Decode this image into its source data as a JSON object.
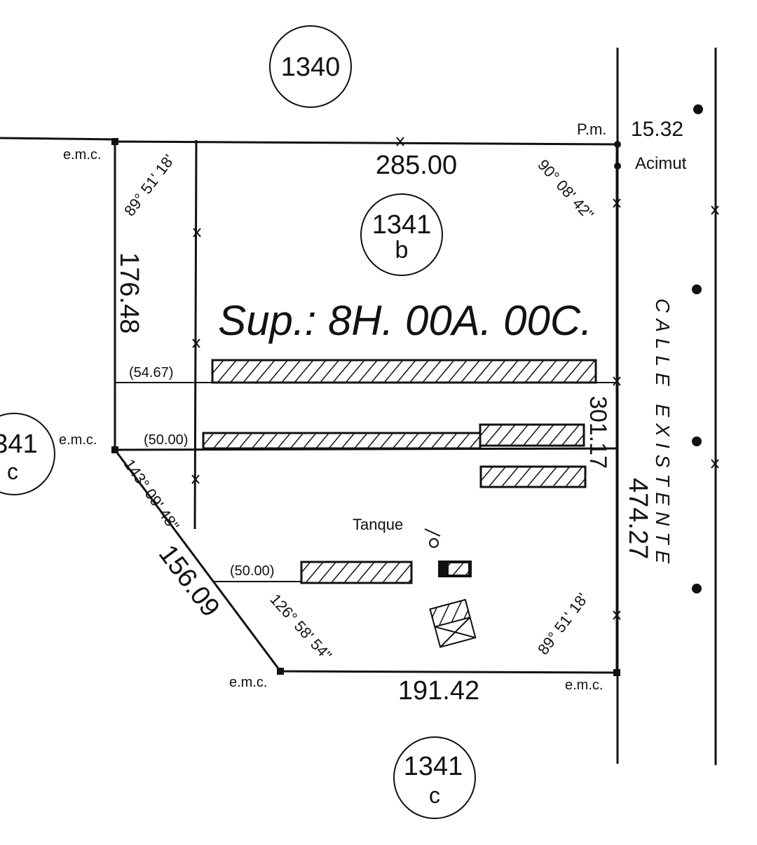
{
  "lots": {
    "north": {
      "number": "1340"
    },
    "main": {
      "number": "1341",
      "letter": "b"
    },
    "west": {
      "number": "341",
      "letter": "c"
    },
    "south": {
      "number": "1341",
      "letter": "c"
    }
  },
  "surface": "Sup.: 8H. 00A. 00C.",
  "street": "CALLE EXISTENTE",
  "distances": {
    "north": "285.00",
    "west": "176.48",
    "east_inner": "301.17",
    "east_total": "474.27",
    "diagonal": "156.09",
    "south": "191.42",
    "offset_1": "(54.67)",
    "offset_2": "(50.00)",
    "offset_3": "(50.00)"
  },
  "angles": {
    "nw": "89° 51' 18'",
    "ne": "90° 08' 42\"",
    "w": "143° 09' 48\"",
    "sw": "126° 58' 54\"",
    "se": "89° 51' 18'"
  },
  "markers": {
    "pm": "P.m.",
    "pm_value": "15.32",
    "azimuth": "Acimut",
    "emc": "e.m.c.",
    "tank": "Tanque"
  }
}
